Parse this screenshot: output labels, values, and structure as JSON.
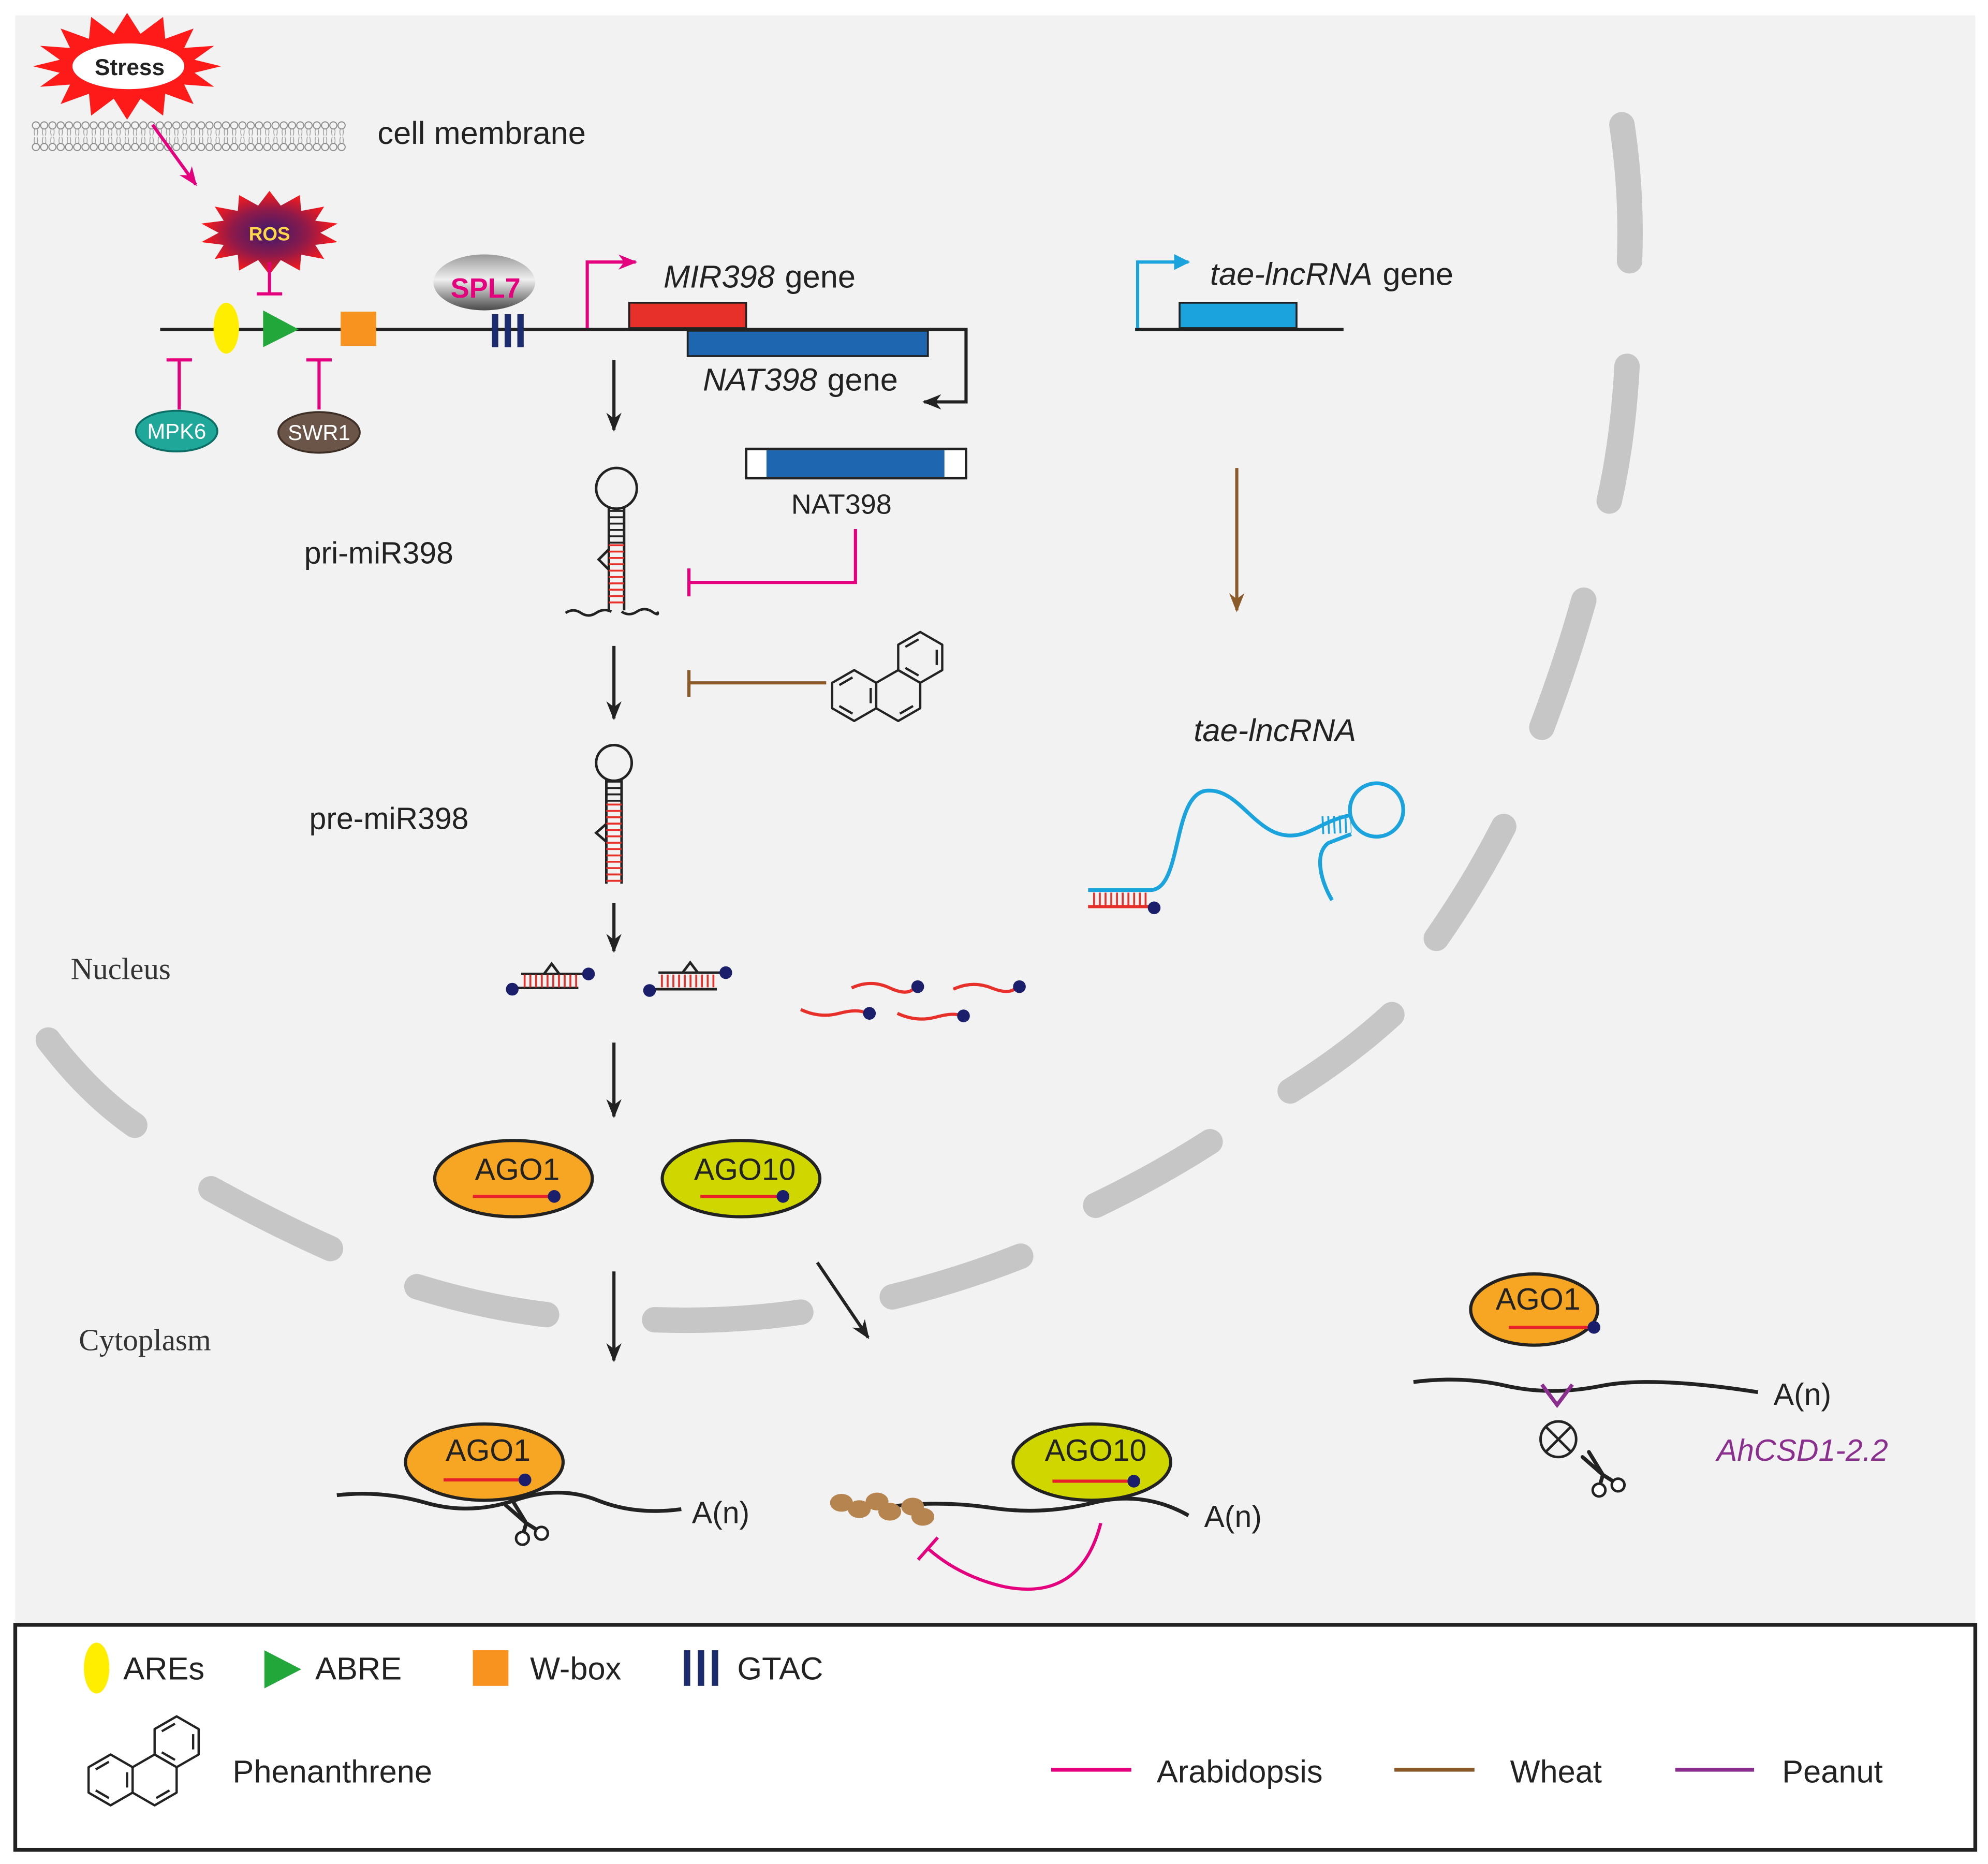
{
  "stimulus": {
    "stress": "Stress",
    "membrane": "cell membrane",
    "ros": "ROS"
  },
  "regulators": {
    "spl7": "SPL7",
    "mpk6": "MPK6",
    "swr1": "SWR1"
  },
  "genes": {
    "mir398": {
      "name": "MIR398",
      "suffix": "gene"
    },
    "nat398": {
      "name": "NAT398",
      "suffix": "gene"
    },
    "lncrna": {
      "name": "tae-lncRNA",
      "suffix": "gene"
    }
  },
  "transcripts": {
    "nat398": "NAT398",
    "pri": "pri-miR398",
    "pre": "pre-miR398",
    "lncrna": "tae-lncRNA"
  },
  "compartments": {
    "nucleus": "Nucleus",
    "cytoplasm": "Cytoplasm"
  },
  "complexes": {
    "ago1": "AGO1",
    "ago10": "AGO10"
  },
  "targets": {
    "polya": "A(n)",
    "peanut_target": "AhCSD1-2.2"
  },
  "legend": {
    "elements": [
      {
        "label": "AREs",
        "color": "#ffee00"
      },
      {
        "label": "ABRE",
        "color": "#22a83a"
      },
      {
        "label": "W-box",
        "color": "#f7931e"
      },
      {
        "label": "GTAC",
        "color": "#1c2a6e"
      }
    ],
    "compound": "Phenanthrene",
    "species": [
      {
        "label": "Arabidopsis",
        "color": "#e5007d"
      },
      {
        "label": "Wheat",
        "color": "#8b5a2b"
      },
      {
        "label": "Peanut",
        "color": "#8b2f8f"
      }
    ]
  }
}
